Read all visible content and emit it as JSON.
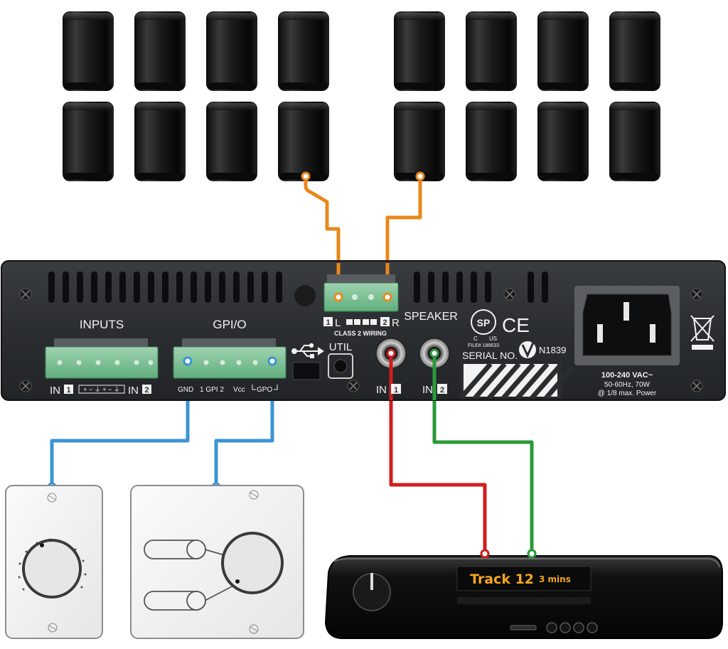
{
  "amplifier": {
    "inputs_label": "INPUTS",
    "gpio_label": "GPI/O",
    "util_label": "UTIL",
    "speaker_label": "SPEAKER",
    "class2_label": "CLASS 2 WIRING",
    "serial_label": "SERIAL NO.",
    "n_code": "N1839",
    "csa_file": "FILE# 186633",
    "csa_c": "C",
    "csa_us": "US",
    "ce_mark": "CE",
    "speaker_terminal_left": "L",
    "speaker_terminal_right": "R",
    "speaker_num_1": "1",
    "speaker_num_2": "2",
    "in_label": "IN",
    "in_num_1": "1",
    "in_num_2": "2",
    "gpio_gnd": "GND",
    "gpio_1_2": "1 GPI 2",
    "gpio_vcc": "Vcc",
    "gpio_gpo": "GPO",
    "power_line1": "100-240 VAC~",
    "power_line2": "50-60Hz, 70W",
    "power_line3": "@ 1/8 max. Power",
    "usb_icon": "usb-icon",
    "weee_icon": "weee-bin-icon"
  },
  "source_device": {
    "track_text": "Track 12",
    "duration_text": "3 mins"
  },
  "speakers": {
    "count": 16,
    "layout": "two clusters of 8 (4 columns x 2 rows)"
  },
  "wires": [
    {
      "name": "speaker-wire-left",
      "color": "#e8891c"
    },
    {
      "name": "speaker-wire-right",
      "color": "#e8891c"
    },
    {
      "name": "gpio-wire-volume",
      "color": "#3a95d4"
    },
    {
      "name": "gpio-wire-selector",
      "color": "#3a95d4"
    },
    {
      "name": "input-wire-1",
      "color": "#d01d1d"
    },
    {
      "name": "input-wire-2",
      "color": "#2a9a3a"
    }
  ],
  "wall_plates": [
    {
      "name": "volume-control-plate",
      "knob": "volume-knob-icon"
    },
    {
      "name": "source-selector-plate",
      "knob": "selector-knob-icon"
    }
  ]
}
